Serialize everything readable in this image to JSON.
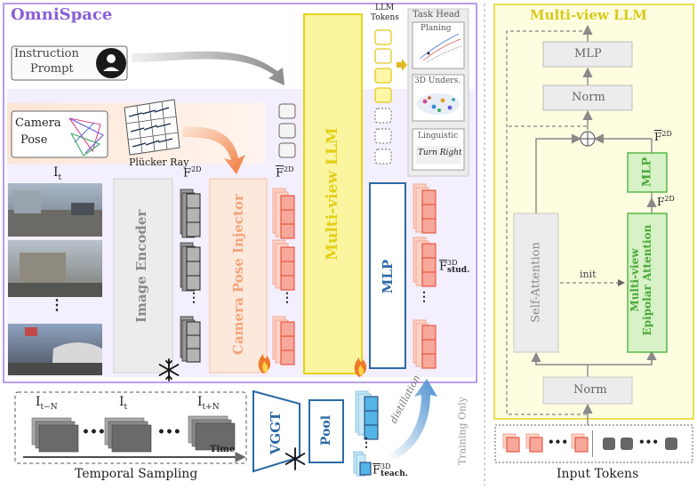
{
  "omnispace": {
    "title": "OmniSpace",
    "instruction_line1": "Instruction",
    "instruction_line2": "Prompt",
    "camera_pose_line1": "Camera",
    "camera_pose_line2": "Pose",
    "plucker": "Plücker Ray",
    "frame_label": "I",
    "frame_sub": "t",
    "image_encoder": "Image Encoder",
    "camera_pose_injector": "Camera Pose Injector",
    "multiview_llm": "Multi-view LLM",
    "mlp": "MLP",
    "llm_tokens_line1": "LLM",
    "llm_tokens_line2": "Tokens",
    "task_head": "Task Head",
    "planing": "Planing",
    "understanding": "3D Unders.",
    "linguistic": "Linguistic",
    "turn_right": "Turn Right",
    "f2d": "F",
    "f2d_sup": "2D",
    "f3d_stud": "F",
    "f3d_stud_sup": "3D",
    "f3d_stud_sub": "stud.",
    "ellipsis": "⋮"
  },
  "bottom": {
    "i_t_minus": "I",
    "i_t_minus_sub": "t−N",
    "i_t": "I",
    "i_t_sub": "t",
    "i_t_plus": "I",
    "i_t_plus_sub": "t+N",
    "dots": "•••",
    "time": "Time",
    "temporal_sampling": "Temporal Sampling",
    "vggt": "VGGT",
    "pool": "Pool",
    "f3d_teach": "F",
    "f3d_teach_sup": "3D",
    "f3d_teach_sub": "teach.",
    "distillation": "distillation",
    "training_only": "Training Only"
  },
  "detail": {
    "title": "Multi-view LLM",
    "mlp_top": "MLP",
    "norm_top": "Norm",
    "f2d_label": "F",
    "f2d_sup": "2D",
    "mlp_green": "MLP",
    "f2d_hat": "F",
    "f2d_hat_sup": "2D",
    "self_attention": "Self-Attention",
    "init": "init",
    "epipolar_line1": "Multi-view",
    "epipolar_line2": "Epipolar Attention",
    "norm_bottom": "Norm",
    "input_tokens": "Input Tokens",
    "token_dots": "•••"
  },
  "colors": {
    "purple": "#8a5fd6",
    "yellow": "#e6dc2e",
    "orange": "#f39a5c",
    "pink": "#f7a89a",
    "blue": "#2b6aa6",
    "green": "#58b84a"
  }
}
